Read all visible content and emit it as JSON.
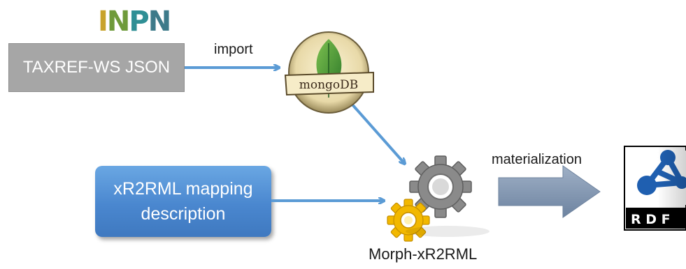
{
  "logo": {
    "text": "INPN",
    "letters": [
      "I",
      "N",
      "P",
      "N"
    ]
  },
  "nodes": {
    "source": {
      "label": "TAXREF-WS JSON"
    },
    "mapping": {
      "line1": "xR2RML mapping",
      "line2": "description"
    },
    "database": {
      "logo_text": "mongoDB"
    },
    "engine": {
      "label": "Morph-xR2RML"
    },
    "output": {
      "logo_text": "R D F"
    }
  },
  "edges": {
    "import": {
      "label": "import"
    },
    "materialization": {
      "label": "materialization"
    }
  },
  "colors": {
    "arrow": "#5b9bd5",
    "big_arrow": "#8497b0",
    "source_box": "#a6a6a6",
    "mapping_box": "#4a87cf",
    "mongo_leaf": "#4f9a3a",
    "gear_gray": "#8a8a8a",
    "gear_yellow": "#f2b800",
    "rdf_blue": "#1f5fb0"
  }
}
